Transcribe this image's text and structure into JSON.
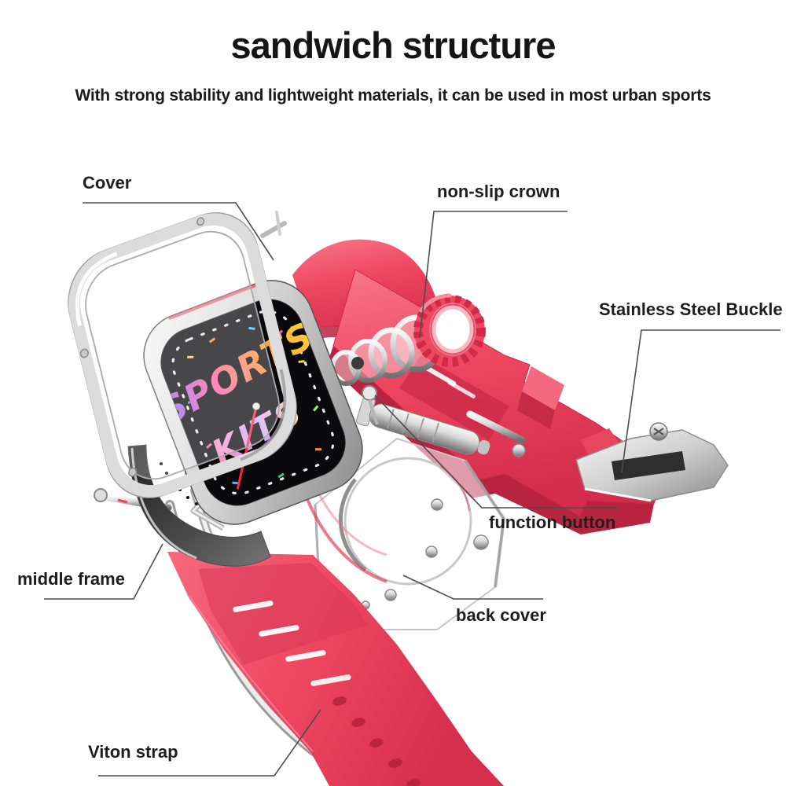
{
  "header": {
    "title": "sandwich structure",
    "subtitle": "With strong stability and lightweight materials, it can be used in most urban sports"
  },
  "labels": [
    {
      "id": "cover",
      "text": "Cover"
    },
    {
      "id": "non-slip-crown",
      "text": "non-slip crown"
    },
    {
      "id": "stainless-steel-buckle",
      "text": "Stainless Steel Buckle"
    },
    {
      "id": "function-button",
      "text": "function button"
    },
    {
      "id": "middle-frame",
      "text": "middle frame"
    },
    {
      "id": "back-cover",
      "text": "back cover"
    },
    {
      "id": "viton-strap",
      "text": "Viton strap"
    }
  ],
  "watch_face": {
    "word1": "SPORTS",
    "word2": "KITS"
  },
  "colors": {
    "strap_red": "#ee4760",
    "strap_red_dark": "#c22745",
    "strap_red_light": "#f9788c",
    "chrome_light": "#f2f2f2",
    "chrome_dark": "#8f8f8f",
    "screen_black": "#0a0a0c",
    "label_text": "#1e1e1e",
    "leader_line": "#4d4d4d",
    "second_hand_red": "#ff2740"
  }
}
